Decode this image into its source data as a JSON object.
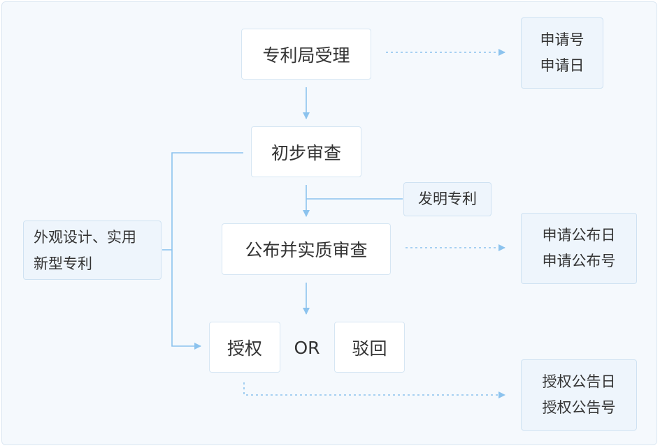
{
  "steps": {
    "accept": "专利局受理",
    "preliminary": "初步审查",
    "publish": "公布并实质审查",
    "grant": "授权",
    "or": "OR",
    "reject": "驳回"
  },
  "notes": {
    "accept_out": [
      "申请号",
      "申请日"
    ],
    "publish_out": [
      "申请公布日",
      "申请公布号"
    ],
    "grant_out": [
      "授权公告日",
      "授权公告号"
    ],
    "invention": "发明专利",
    "design_utility": [
      "外观设计、实用",
      "新型专利"
    ]
  },
  "colors": {
    "line": "#8cc3ee",
    "box_border": "#d6e6f3",
    "note_bg": "#eef5fc",
    "text": "#333333"
  }
}
